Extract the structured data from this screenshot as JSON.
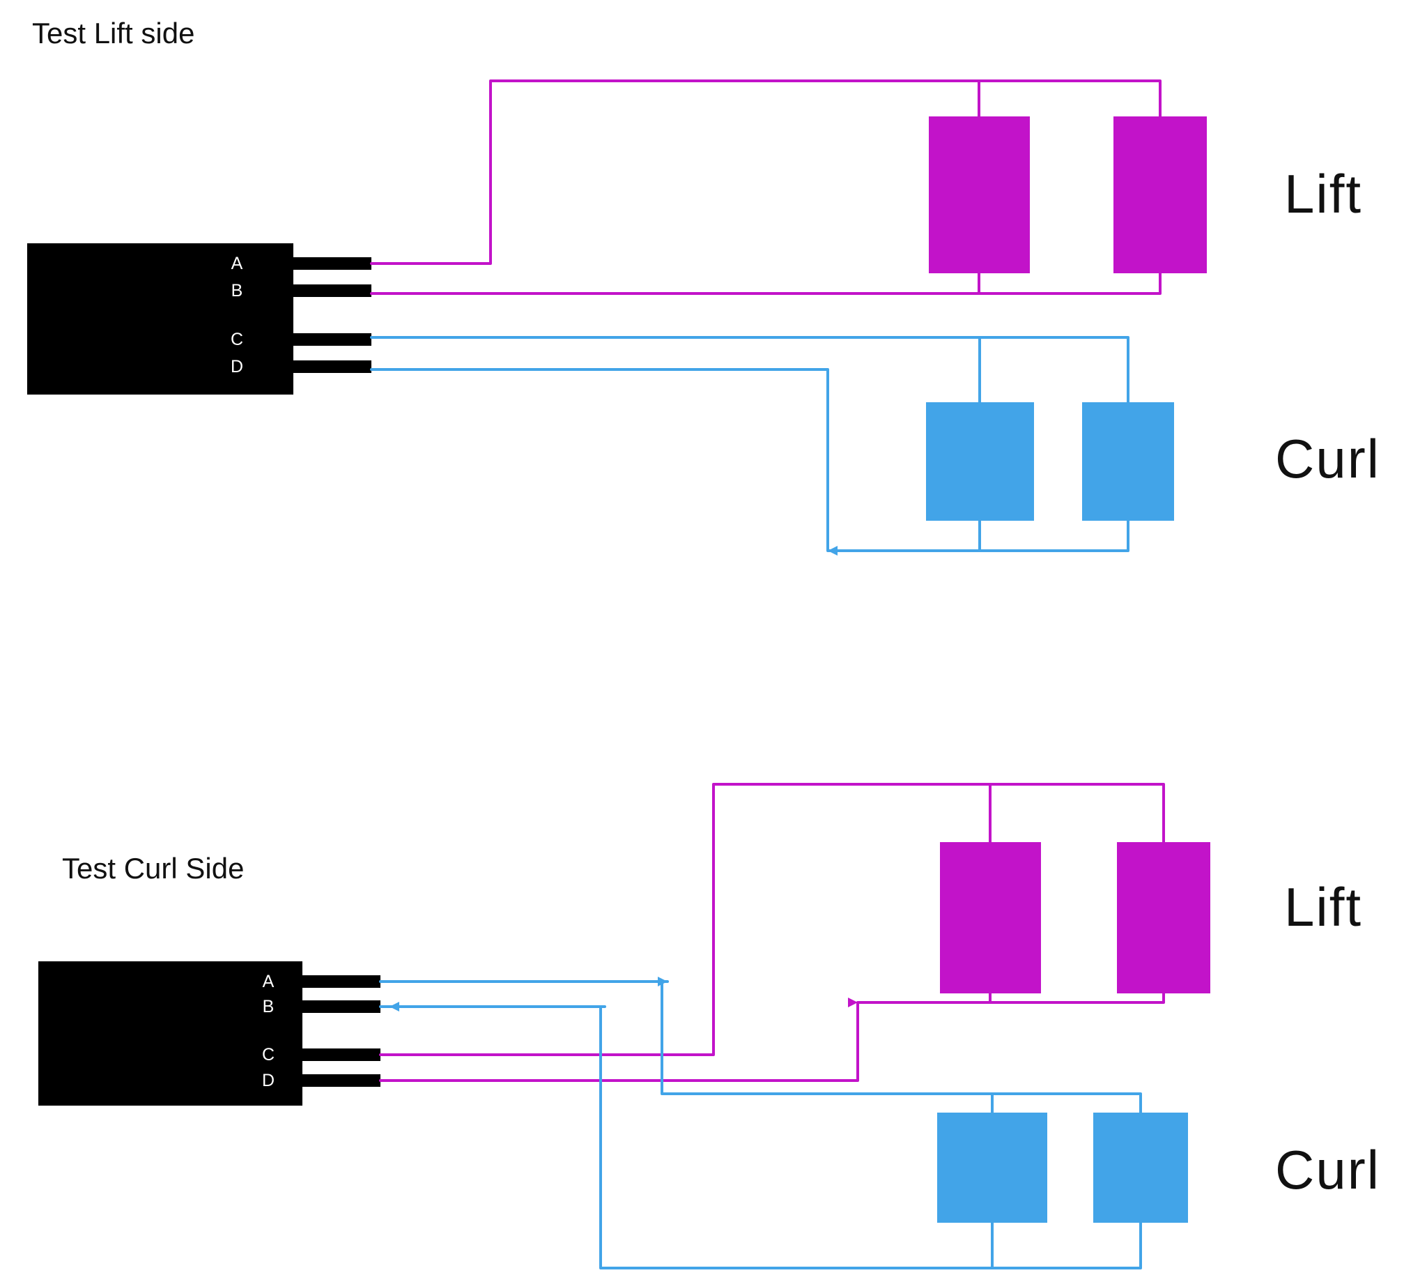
{
  "page": {
    "background": "#ffffff"
  },
  "colors": {
    "lift": "#c213c9",
    "curl": "#42a4e8",
    "connector": "#000000",
    "text": "#111111",
    "pin_label": "#ffffff"
  },
  "sections": [
    {
      "title": "Test Lift side",
      "pins": [
        "A",
        "B",
        "C",
        "D"
      ],
      "lift_label": "Lift",
      "curl_label": "Curl"
    },
    {
      "title": "Test Curl Side",
      "pins": [
        "A",
        "B",
        "C",
        "D"
      ],
      "lift_label": "Lift",
      "curl_label": "Curl"
    }
  ]
}
